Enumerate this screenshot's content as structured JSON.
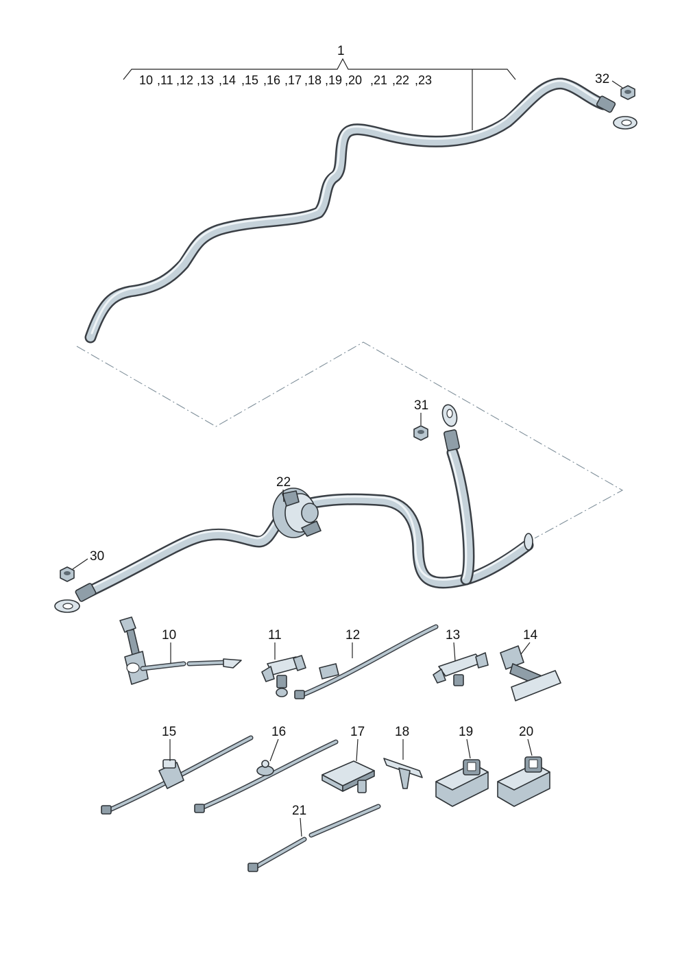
{
  "callouts": {
    "group_header": "1",
    "group_items": [
      "10",
      ",11",
      ",12",
      ",13",
      ",14",
      ",15",
      ",16",
      ",17",
      ",18",
      ",19",
      ",20",
      ",21",
      ",22",
      ",23"
    ],
    "n10": "10",
    "n11": "11",
    "n12": "12",
    "n13": "13",
    "n14": "14",
    "n15": "15",
    "n16": "16",
    "n17": "17",
    "n18": "18",
    "n19": "19",
    "n20": "20",
    "n21": "21",
    "n22": "22",
    "n30": "30",
    "n31": "31",
    "n32": "32"
  },
  "colors": {
    "cable_fill": "#c5d2da",
    "outline": "#3a3f45",
    "dash_line": "#7f8f9a"
  }
}
